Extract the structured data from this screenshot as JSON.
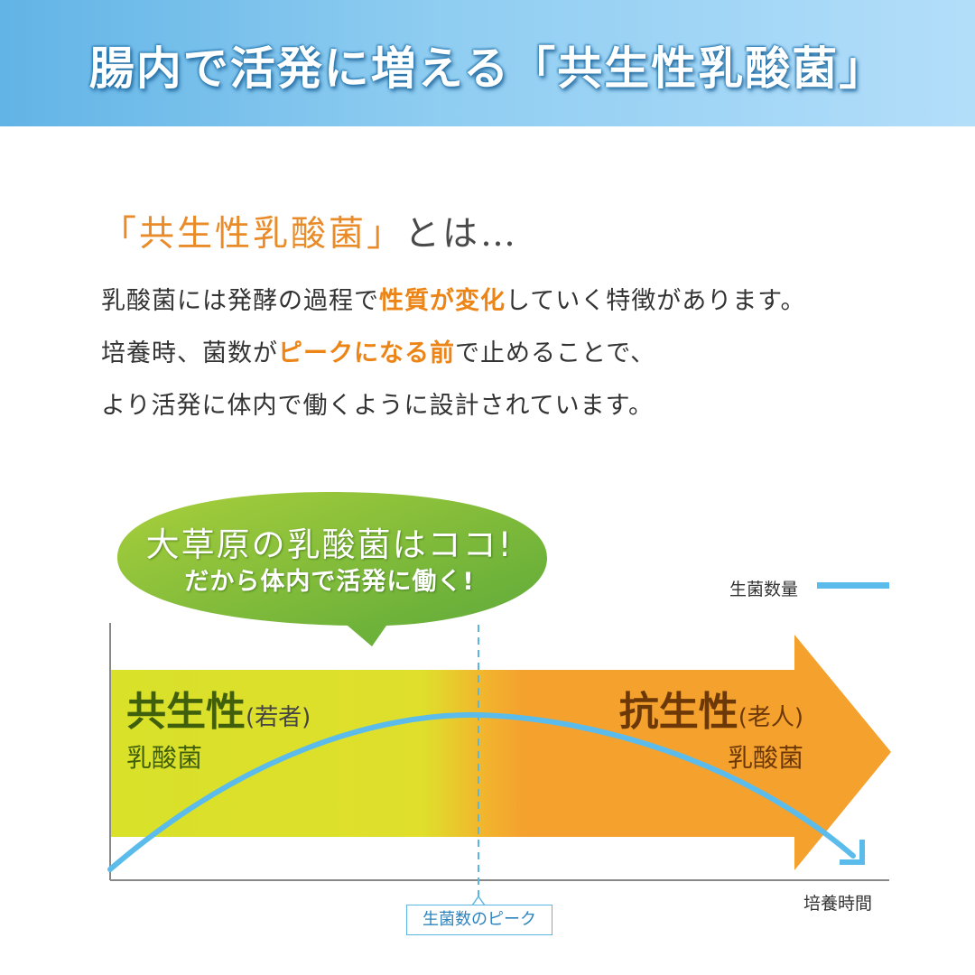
{
  "header": {
    "title": "腸内で活発に増える「共生性乳酸菌」"
  },
  "intro": {
    "subhead_accent": "「共生性乳酸菌」",
    "subhead_rest": "とは…",
    "lines": [
      [
        "乳酸菌には発酵の過程で",
        "性質が変化",
        "していく特徴があります。"
      ],
      [
        "培養時、菌数が",
        "ピークになる前",
        "で止めることで、"
      ],
      [
        "より活発に体内で働くように設計されています。",
        "",
        ""
      ]
    ]
  },
  "diagram": {
    "bubble_line1": "大草原の乳酸菌はココ!",
    "bubble_line2": "だから体内で活発に働く!",
    "legend": {
      "label": "生菌数量",
      "color": "#5bbcec"
    },
    "left_zone": {
      "title": "共生性",
      "paren": "(若者)",
      "sub": "乳酸菌",
      "color": "#d9e129"
    },
    "right_zone": {
      "title": "抗生性",
      "paren": "(老人)",
      "sub": "乳酸菌",
      "color": "#f4a12e"
    },
    "x_axis_label": "培養時間",
    "peak_label": "生菌数のピーク",
    "bubble_color": "#6db33f"
  }
}
